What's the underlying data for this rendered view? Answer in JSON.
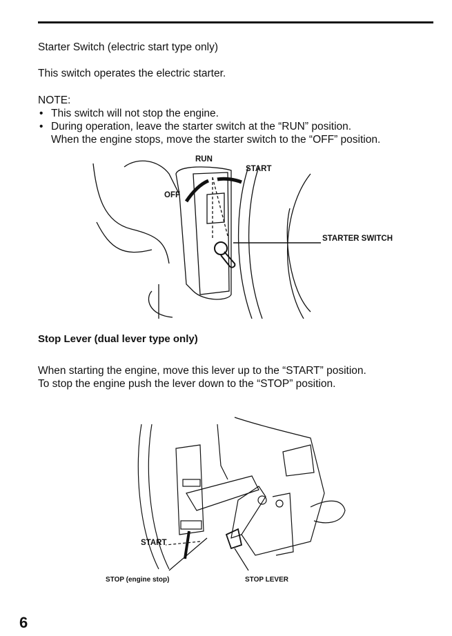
{
  "section1": {
    "heading": "Starter Switch (electric start type only)",
    "intro": "This switch operates the electric starter.",
    "note_label": "NOTE:",
    "bullets": [
      "This switch will not stop the engine.",
      "During operation, leave the starter switch at the “RUN” position.",
      "When the engine stops, move the starter switch to the “OFF” position."
    ],
    "figure": {
      "run": "RUN",
      "start": "START",
      "off": "OFF",
      "starter_switch": "STARTER SWITCH"
    }
  },
  "section2": {
    "heading": "Stop Lever (dual lever type only)",
    "line1": "When starting the engine, move this lever up to the “START” position.",
    "line2": "To stop the engine push the lever down to the “STOP” position.",
    "figure": {
      "start": "START",
      "stop": "STOP (engine stop)",
      "stop_lever": "STOP LEVER"
    }
  },
  "page_number": "6",
  "bullet_glyph": "•"
}
